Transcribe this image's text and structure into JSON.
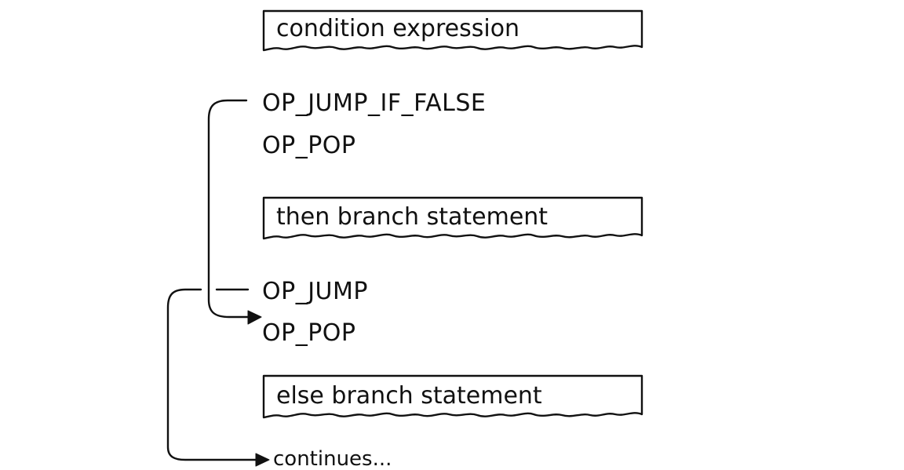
{
  "blocks": {
    "condition": "condition expression",
    "then_branch": "then branch statement",
    "else_branch": "else branch  statement"
  },
  "ops": {
    "jump_if_false": "OP_JUMP_IF_FALSE",
    "pop_1": "OP_POP",
    "jump": "OP_JUMP",
    "pop_2": "OP_POP"
  },
  "continues": "continues..."
}
